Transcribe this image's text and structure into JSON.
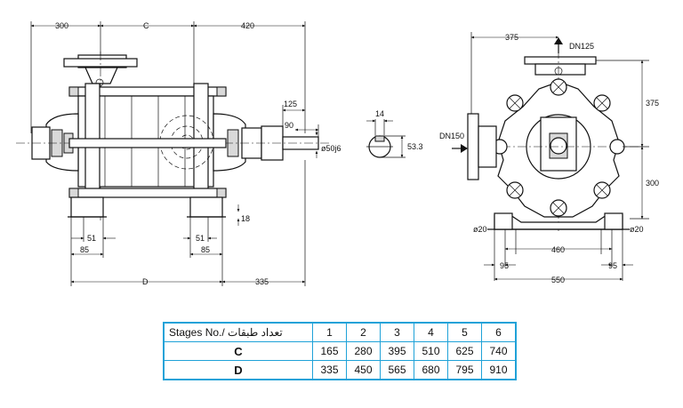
{
  "dimensions": {
    "top_left": "300",
    "top_c": "C",
    "top_right": "420",
    "shaft_125": "125",
    "shaft_90": "90",
    "shaft_dia": "ø50j6",
    "foot_18": "18",
    "foot_51_left": "51",
    "foot_85_left": "85",
    "foot_51_right": "51",
    "foot_85_right": "85",
    "bottom_d": "D",
    "bottom_335": "335",
    "key_width": "14",
    "key_height": "53.3",
    "end_375_top": "375",
    "outlet": "DN125",
    "inlet": "DN150",
    "end_375_side": "375",
    "end_300_side": "300",
    "hole_left": "ø20",
    "hole_right": "ø20",
    "base_460": "460",
    "base_95_left": "95",
    "base_95_right": "95",
    "base_550": "550"
  },
  "table": {
    "header_label": "Stages No./ تعداد طبقات",
    "stages": [
      "1",
      "2",
      "3",
      "4",
      "5",
      "6"
    ],
    "rows": [
      {
        "label": "C",
        "values": [
          "165",
          "280",
          "395",
          "510",
          "625",
          "740"
        ]
      },
      {
        "label": "D",
        "values": [
          "335",
          "450",
          "565",
          "680",
          "795",
          "910"
        ]
      }
    ]
  },
  "colors": {
    "table_border": "#1fa2d8",
    "line": "#111111"
  }
}
